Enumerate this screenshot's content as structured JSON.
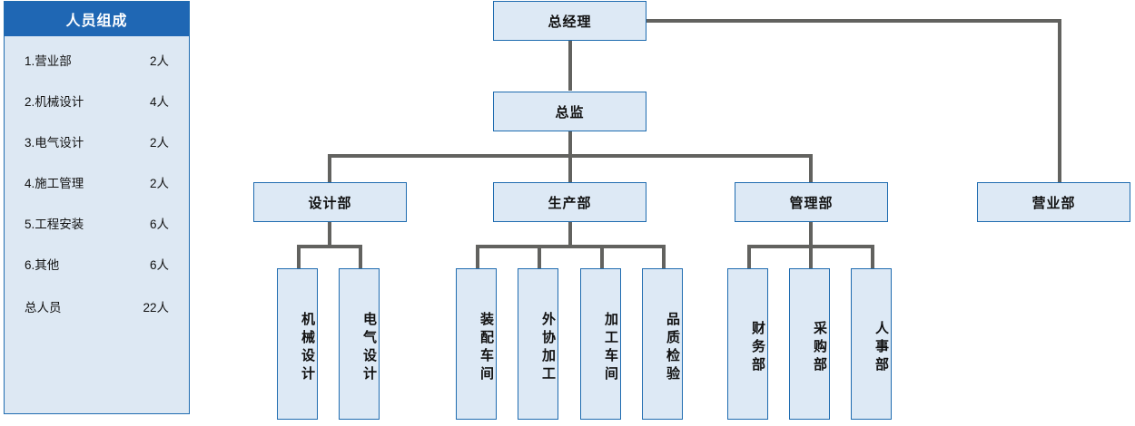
{
  "staff_panel": {
    "title": "人员组成",
    "rows": [
      {
        "label": "1.营业部",
        "count": "2人"
      },
      {
        "label": "2.机械设计",
        "count": "4人"
      },
      {
        "label": "3.电气设计",
        "count": "2人"
      },
      {
        "label": "4.施工管理",
        "count": "2人"
      },
      {
        "label": "5.工程安装",
        "count": "6人"
      },
      {
        "label": "6.其他",
        "count": "6人"
      },
      {
        "label": "总人员",
        "count": "22人"
      }
    ]
  },
  "org_chart": {
    "general_manager": "总经理",
    "director": "总监",
    "departments": {
      "design": "设计部",
      "production": "生产部",
      "management": "管理部",
      "sales": "营业部"
    },
    "design_children": [
      "机械设计",
      "电气设计"
    ],
    "production_children": [
      "装配车间",
      "外协加工",
      "加工车间",
      "品质检验"
    ],
    "management_children": [
      "财务部",
      "采购部",
      "人事部"
    ]
  },
  "colors": {
    "header_blue": "#1f67b4",
    "panel_fill": "#dde8f3",
    "box_fill": "#dde9f5",
    "box_border": "#1f6cb0",
    "connector": "#62625f"
  }
}
